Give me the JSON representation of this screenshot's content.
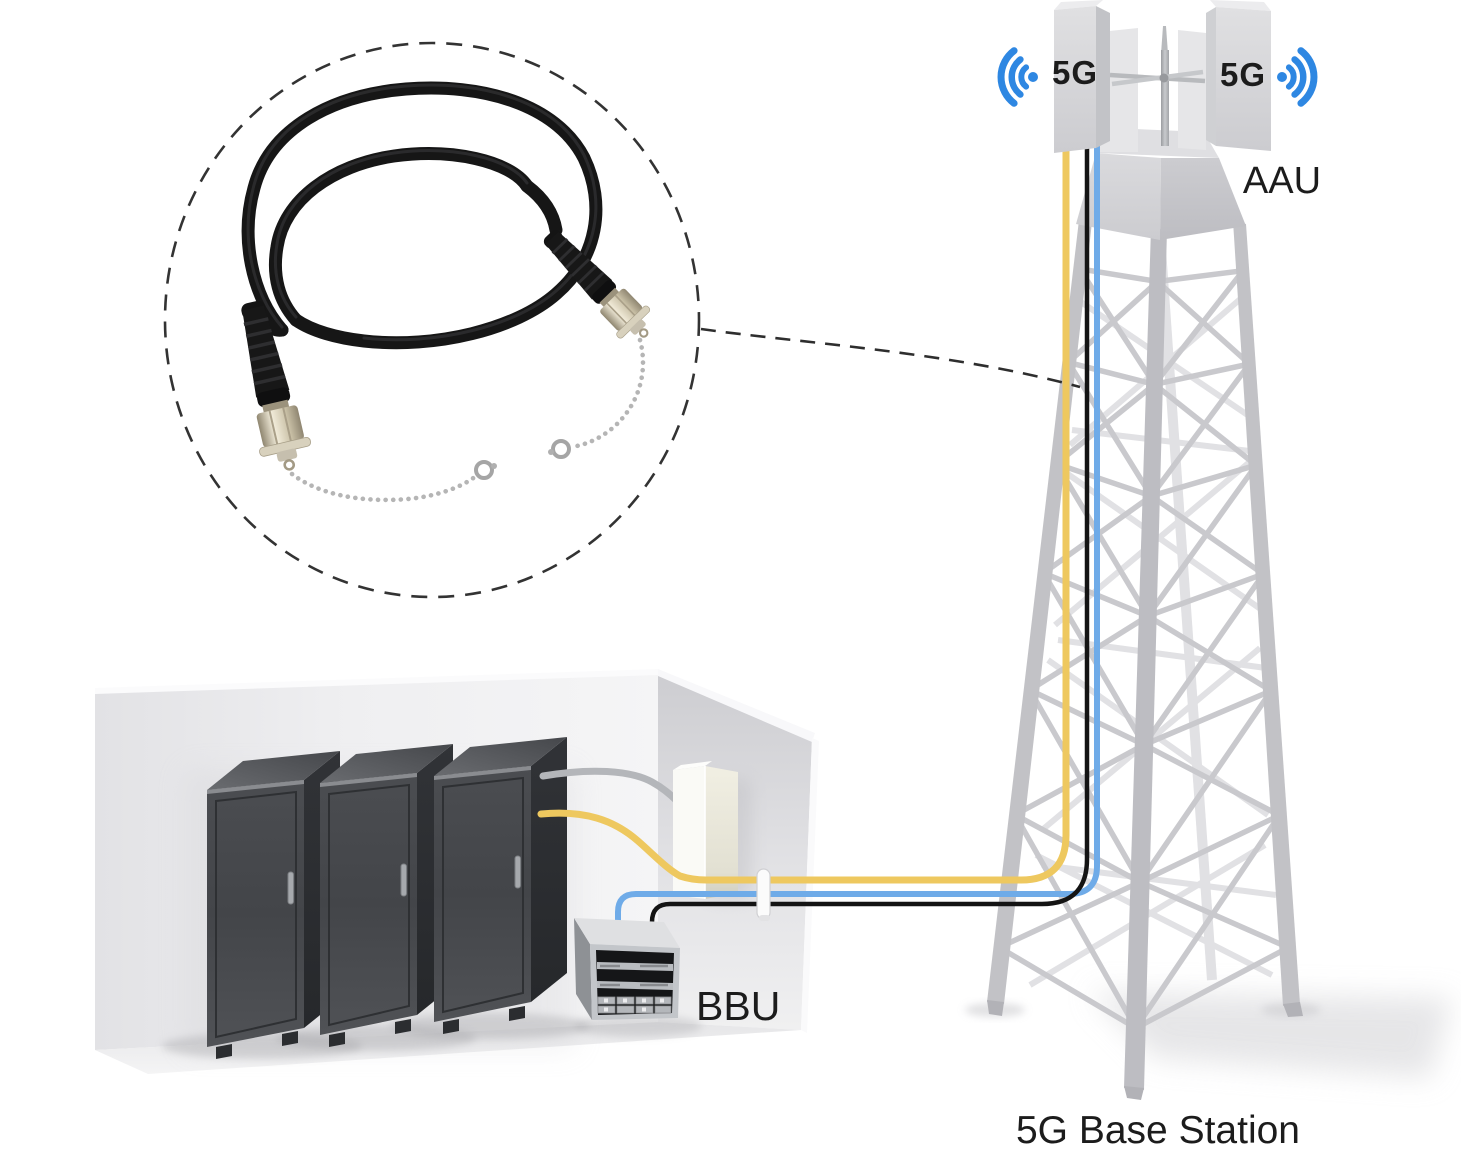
{
  "scene": {
    "labels": {
      "aau": "AAU",
      "bbu": "BBU",
      "base_station": "5G Base Station"
    },
    "antenna_panels": [
      {
        "label": "5G"
      },
      {
        "label": "5G"
      }
    ],
    "colors": {
      "signal_blue": "#2e87e2",
      "cable_yellow": "#eec85f",
      "cable_blue": "#6fabe8",
      "cable_black": "#141414",
      "cable_grey": "#b4b6ba",
      "tower_grey": "#c6c6ca",
      "panel_text": "#a4a8ad"
    }
  }
}
